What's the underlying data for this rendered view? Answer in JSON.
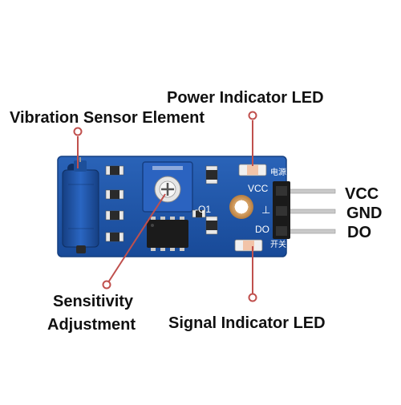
{
  "labels": {
    "power_indicator": "Power Indicator LED",
    "vibration_sensor": "Vibration Sensor Element",
    "sensitivity_line1": "Sensitivity",
    "sensitivity_line2": "Adjustment",
    "signal_indicator": "Signal Indicator LED",
    "pin_vcc": "VCC",
    "pin_gnd": "GND",
    "pin_do": "DO"
  },
  "board_markings": {
    "vcc": "VCC",
    "gnd_symbol": "⊥",
    "do": "DO",
    "o1": "-O1",
    "power_cn": "电源",
    "switch_cn": "开关"
  },
  "colors": {
    "pcb": "#1f56a8",
    "pcb_edge": "#143f80",
    "pointer": "#c0504d",
    "header": "#1a1a1a",
    "pins": "#c9c9c9",
    "sensor": "#1d4f9a",
    "pot": "#2b63c0"
  }
}
